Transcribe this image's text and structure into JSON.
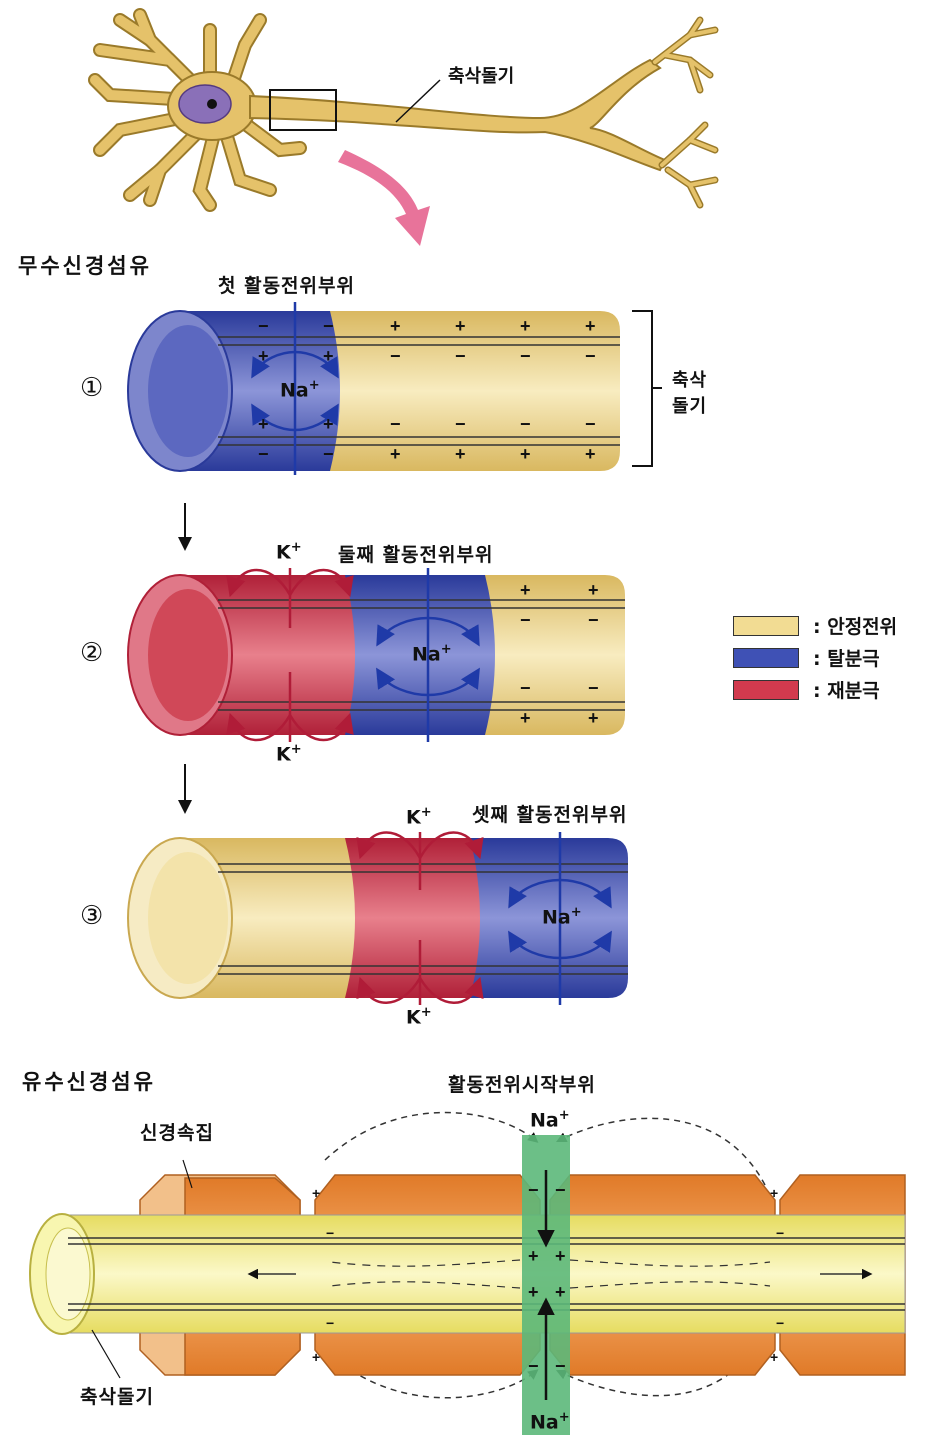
{
  "neuron": {
    "axon_label": "축삭돌기"
  },
  "unmyelinated": {
    "title": "무수신경섬유",
    "axon_bracket_label_1": "축삭",
    "axon_bracket_label_2": "돌기",
    "panels": [
      {
        "number": "①",
        "site": "첫 활동전위부위",
        "ion": "Na",
        "ion_charge": "+"
      },
      {
        "number": "②",
        "site": "둘째 활동전위부위",
        "ion_na": "Na",
        "ion_k": "K",
        "ion_charge": "+"
      },
      {
        "number": "③",
        "site": "셋째 활동전위부위",
        "ion_na": "Na",
        "ion_k": "K",
        "ion_charge": "+"
      }
    ]
  },
  "legend": [
    {
      "label": "안정전위",
      "color": "#f2dc93"
    },
    {
      "label": "탈분극",
      "color": "#3f51b5"
    },
    {
      "label": "재분극",
      "color": "#d23a4e"
    }
  ],
  "myelinated": {
    "title": "유수신경섬유",
    "site": "활동전위시작부위",
    "sheath_label": "신경속집",
    "axon_label": "축삭돌기",
    "ion": "Na",
    "ion_charge": "+"
  },
  "colors": {
    "resting": "#f2dc93",
    "depolarized": "#3f51b5",
    "repolarized": "#d23a4e",
    "myelin": "#f0a050",
    "axon_yellow": "#f5f098",
    "node_green": "#5cb87a",
    "arrow_pink": "#e8739a"
  }
}
